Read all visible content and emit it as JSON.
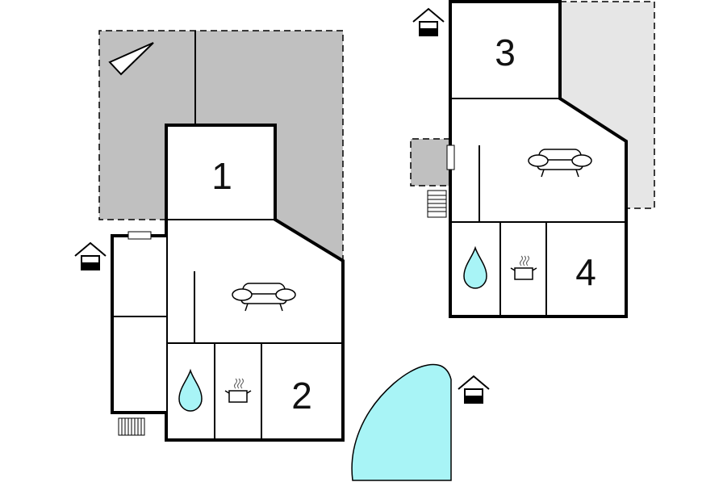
{
  "rooms": [
    {
      "label": "1"
    },
    {
      "label": "2"
    },
    {
      "label": "3"
    },
    {
      "label": "4"
    }
  ],
  "colors": {
    "terrace_dark": "#c0c0c0",
    "terrace_light": "#e6e6e6",
    "water": "#a8f4f6",
    "wall": "#000000",
    "floor": "#ffffff"
  },
  "icons": [
    "compass-icon",
    "entrance-icon",
    "sofa-icon",
    "bathroom-icon",
    "kitchen-icon",
    "radiator-icon",
    "stairs-icon",
    "window-icon",
    "pool"
  ]
}
